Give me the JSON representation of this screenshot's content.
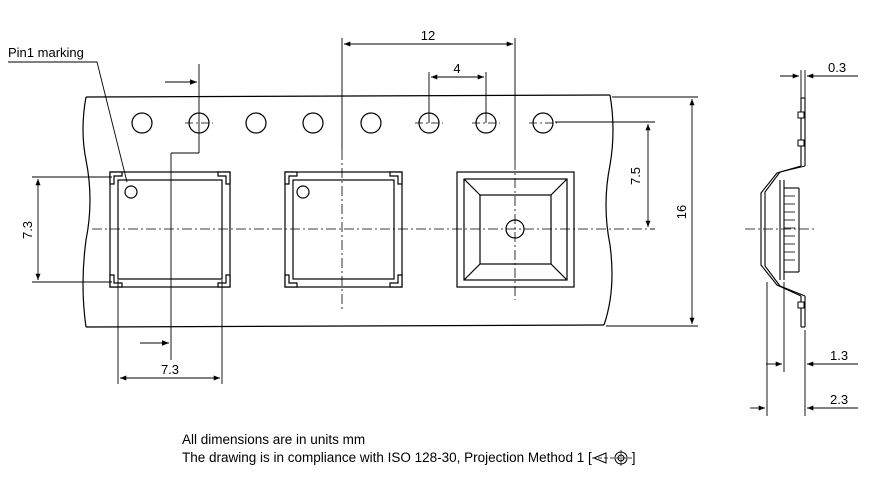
{
  "labels": {
    "pin1": "Pin1 marking"
  },
  "dimensions": {
    "pitch_12": "12",
    "hole_pitch_4": "4",
    "hole_offset_7_5": "7.5",
    "tape_width_16": "16",
    "pocket_h_7_3": "7.3",
    "pocket_w_7_3": "7.3",
    "thickness_0_3": "0.3",
    "depth_1_3": "1.3",
    "depth_2_3": "2.3"
  },
  "notes": {
    "line1": "All dimensions are in units mm",
    "line2": "The drawing is in compliance with ISO 128-30, Projection Method 1 [",
    "line2_end": "]"
  },
  "colors": {
    "line": "#000000",
    "background": "#ffffff"
  }
}
